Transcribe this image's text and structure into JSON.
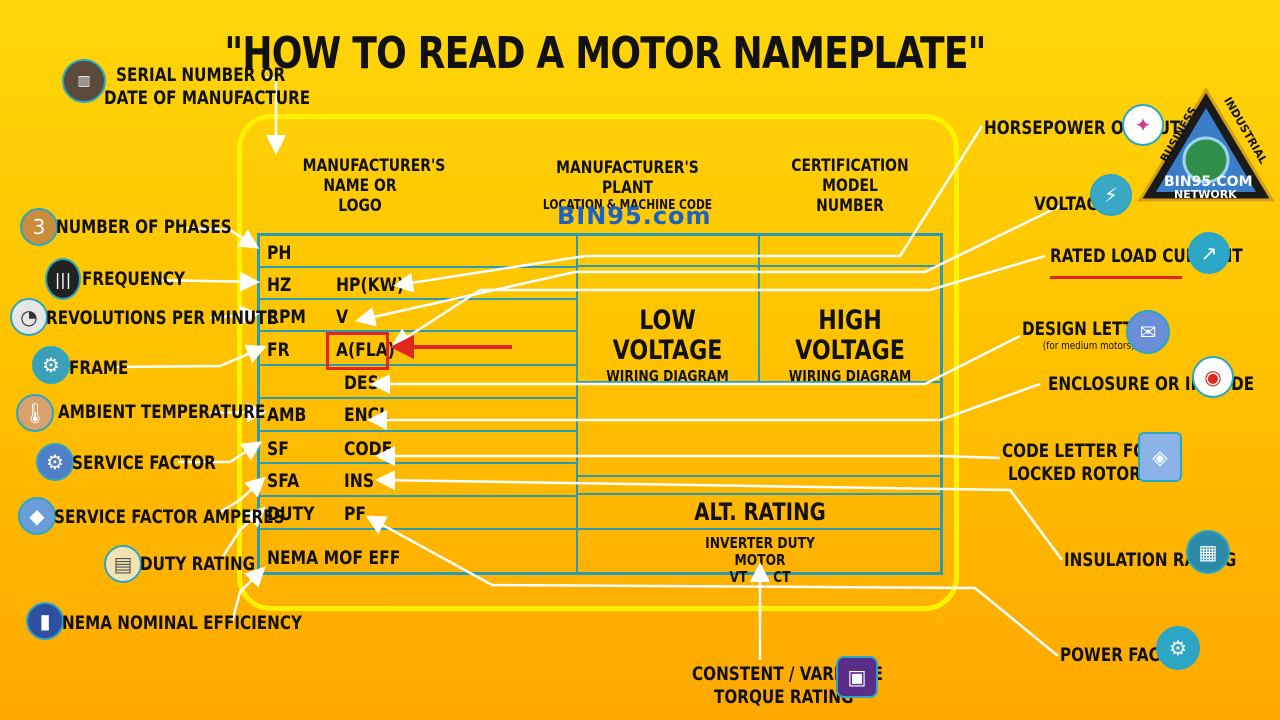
{
  "title": "\"HOW TO READ A MOTOR NAMEPLATE\"",
  "headers": {
    "manufacturer": "MANUFACTURER'S NAME OR LOGO",
    "manufacturer_line1": "MANUFACTURER'S",
    "manufacturer_line2": "NAME OR LOGO",
    "plant_line1": "MANUFACTURER'S PLANT",
    "plant_line2": "LOCATION & MACHINE CODE",
    "cert_line1": "CERTIFICATION MODEL",
    "cert_line2": "NUMBER",
    "brand": "BIN95.com"
  },
  "table": {
    "left_col": [
      "PH",
      "HZ",
      "RPM",
      "FR",
      "",
      "AMB",
      "SF",
      "SFA",
      "DUTY",
      "NEMA MOF EFF"
    ],
    "mid_col": [
      "",
      "HP(KW)",
      "V",
      "A(FLA)",
      "DES",
      "ENCL",
      "CODE",
      "INS",
      "PF",
      ""
    ],
    "low_voltage": "LOW VOLTAGE",
    "low_voltage_sub": "WIRING DIAGRAM",
    "high_voltage": "HIGH VOLTAGE",
    "high_voltage_sub": "WIRING DIAGRAM",
    "alt_rating": "ALT. RATING",
    "inverter_line1": "INVERTER DUTY MOTOR",
    "inverter_line2": "VT      CT"
  },
  "left_labels": {
    "serial_line1": "SERIAL NUMBER OR",
    "serial_line2": "DATE OF MANUFACTURE",
    "phases": "NUMBER OF PHASES",
    "frequency": "FREQUENCY",
    "rpm": "REVOLUTIONS PER MINUTE",
    "frame": "FRAME",
    "ambient": "AMBIENT TEMPERATURE",
    "service_factor": "SERVICE FACTOR",
    "sf_amperes": "SERVICE FACTOR AMPERES",
    "duty": "DUTY RATING",
    "nema_eff": "NEMA NOMINAL EFFICIENCY"
  },
  "right_labels": {
    "horsepower": "HORSEPOWER OUTPUT",
    "voltage": "VOLTAGE",
    "rated_current": "RATED LOAD CURRENT",
    "design_letter": "DESIGN LETTER",
    "design_letter_sub": "(for medium motors)",
    "enclosure": "ENCLOSURE OR IP CODE",
    "code_line1": "CODE LETTER FOR",
    "code_line2": "LOCKED ROTOR kVA",
    "insulation": "INSULATION RATING",
    "power_factor": "POWER FACTOR",
    "torque_line1": "CONSTENT / VARIABLE",
    "torque_line2": "TORQUE RATING"
  },
  "logo": {
    "top_left": "BUSINESS",
    "top_right": "INDUSTRIAL",
    "brand": "BIN95.COM",
    "bottom": "NETWORK"
  },
  "colors": {
    "background_top": "#ffd60a",
    "background_bottom": "#ffa800",
    "plate_border": "#fff200",
    "table_lines": "#2a9bb3",
    "highlight": "#e0261d",
    "brand": "#1b62c4"
  },
  "icons": [
    "barcode-icon",
    "phases-icon",
    "frequency-icon",
    "gauge-icon",
    "frame-icon",
    "thermometer-icon",
    "service-factor-icon",
    "amperes-icon",
    "duty-icon",
    "efficiency-icon",
    "horsepower-icon",
    "voltage-icon",
    "current-icon",
    "design-letter-icon",
    "enclosure-icon",
    "code-letter-icon",
    "insulation-icon",
    "power-factor-icon",
    "torque-icon"
  ]
}
